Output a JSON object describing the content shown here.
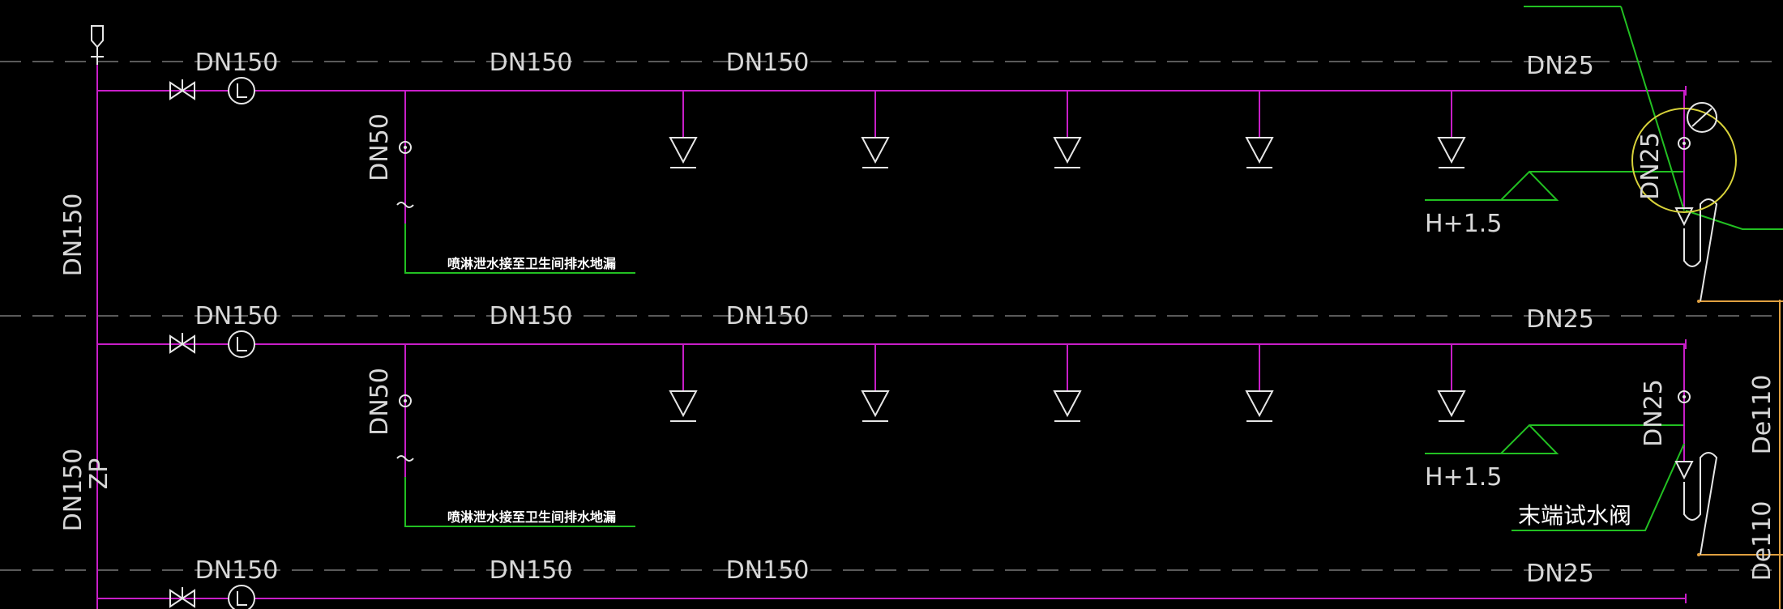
{
  "colors": {
    "pipe": "#c81ec8",
    "branch": "#22c022",
    "annotation": "#e6e6e6",
    "dashed": "#5a5a5a",
    "highlight": "#d8d23a",
    "drain": "#e0a040"
  },
  "rows": [
    {
      "main_labels": [
        "DN150",
        "DN150",
        "DN150",
        "DN25"
      ],
      "riser_label": "DN50",
      "drain_note": "喷淋泄水接至卫生间排水地漏",
      "height_label": "H+1.5",
      "end_label": "DN25"
    },
    {
      "main_labels": [
        "DN150",
        "DN150",
        "DN150",
        "DN25"
      ],
      "riser_label": "DN50",
      "drain_note": "喷淋泄水接至卫生间排水地漏",
      "height_label": "H+1.5",
      "end_label": "DN25",
      "test_valve_label": "末端试水阀"
    },
    {
      "main_labels": [
        "DN150",
        "DN150",
        "DN150",
        "DN25"
      ]
    }
  ],
  "vertical_labels": {
    "upper": "DN150",
    "lower": "DN150",
    "zp": "ZP",
    "de_upper": "De110",
    "de_lower": "De110"
  }
}
